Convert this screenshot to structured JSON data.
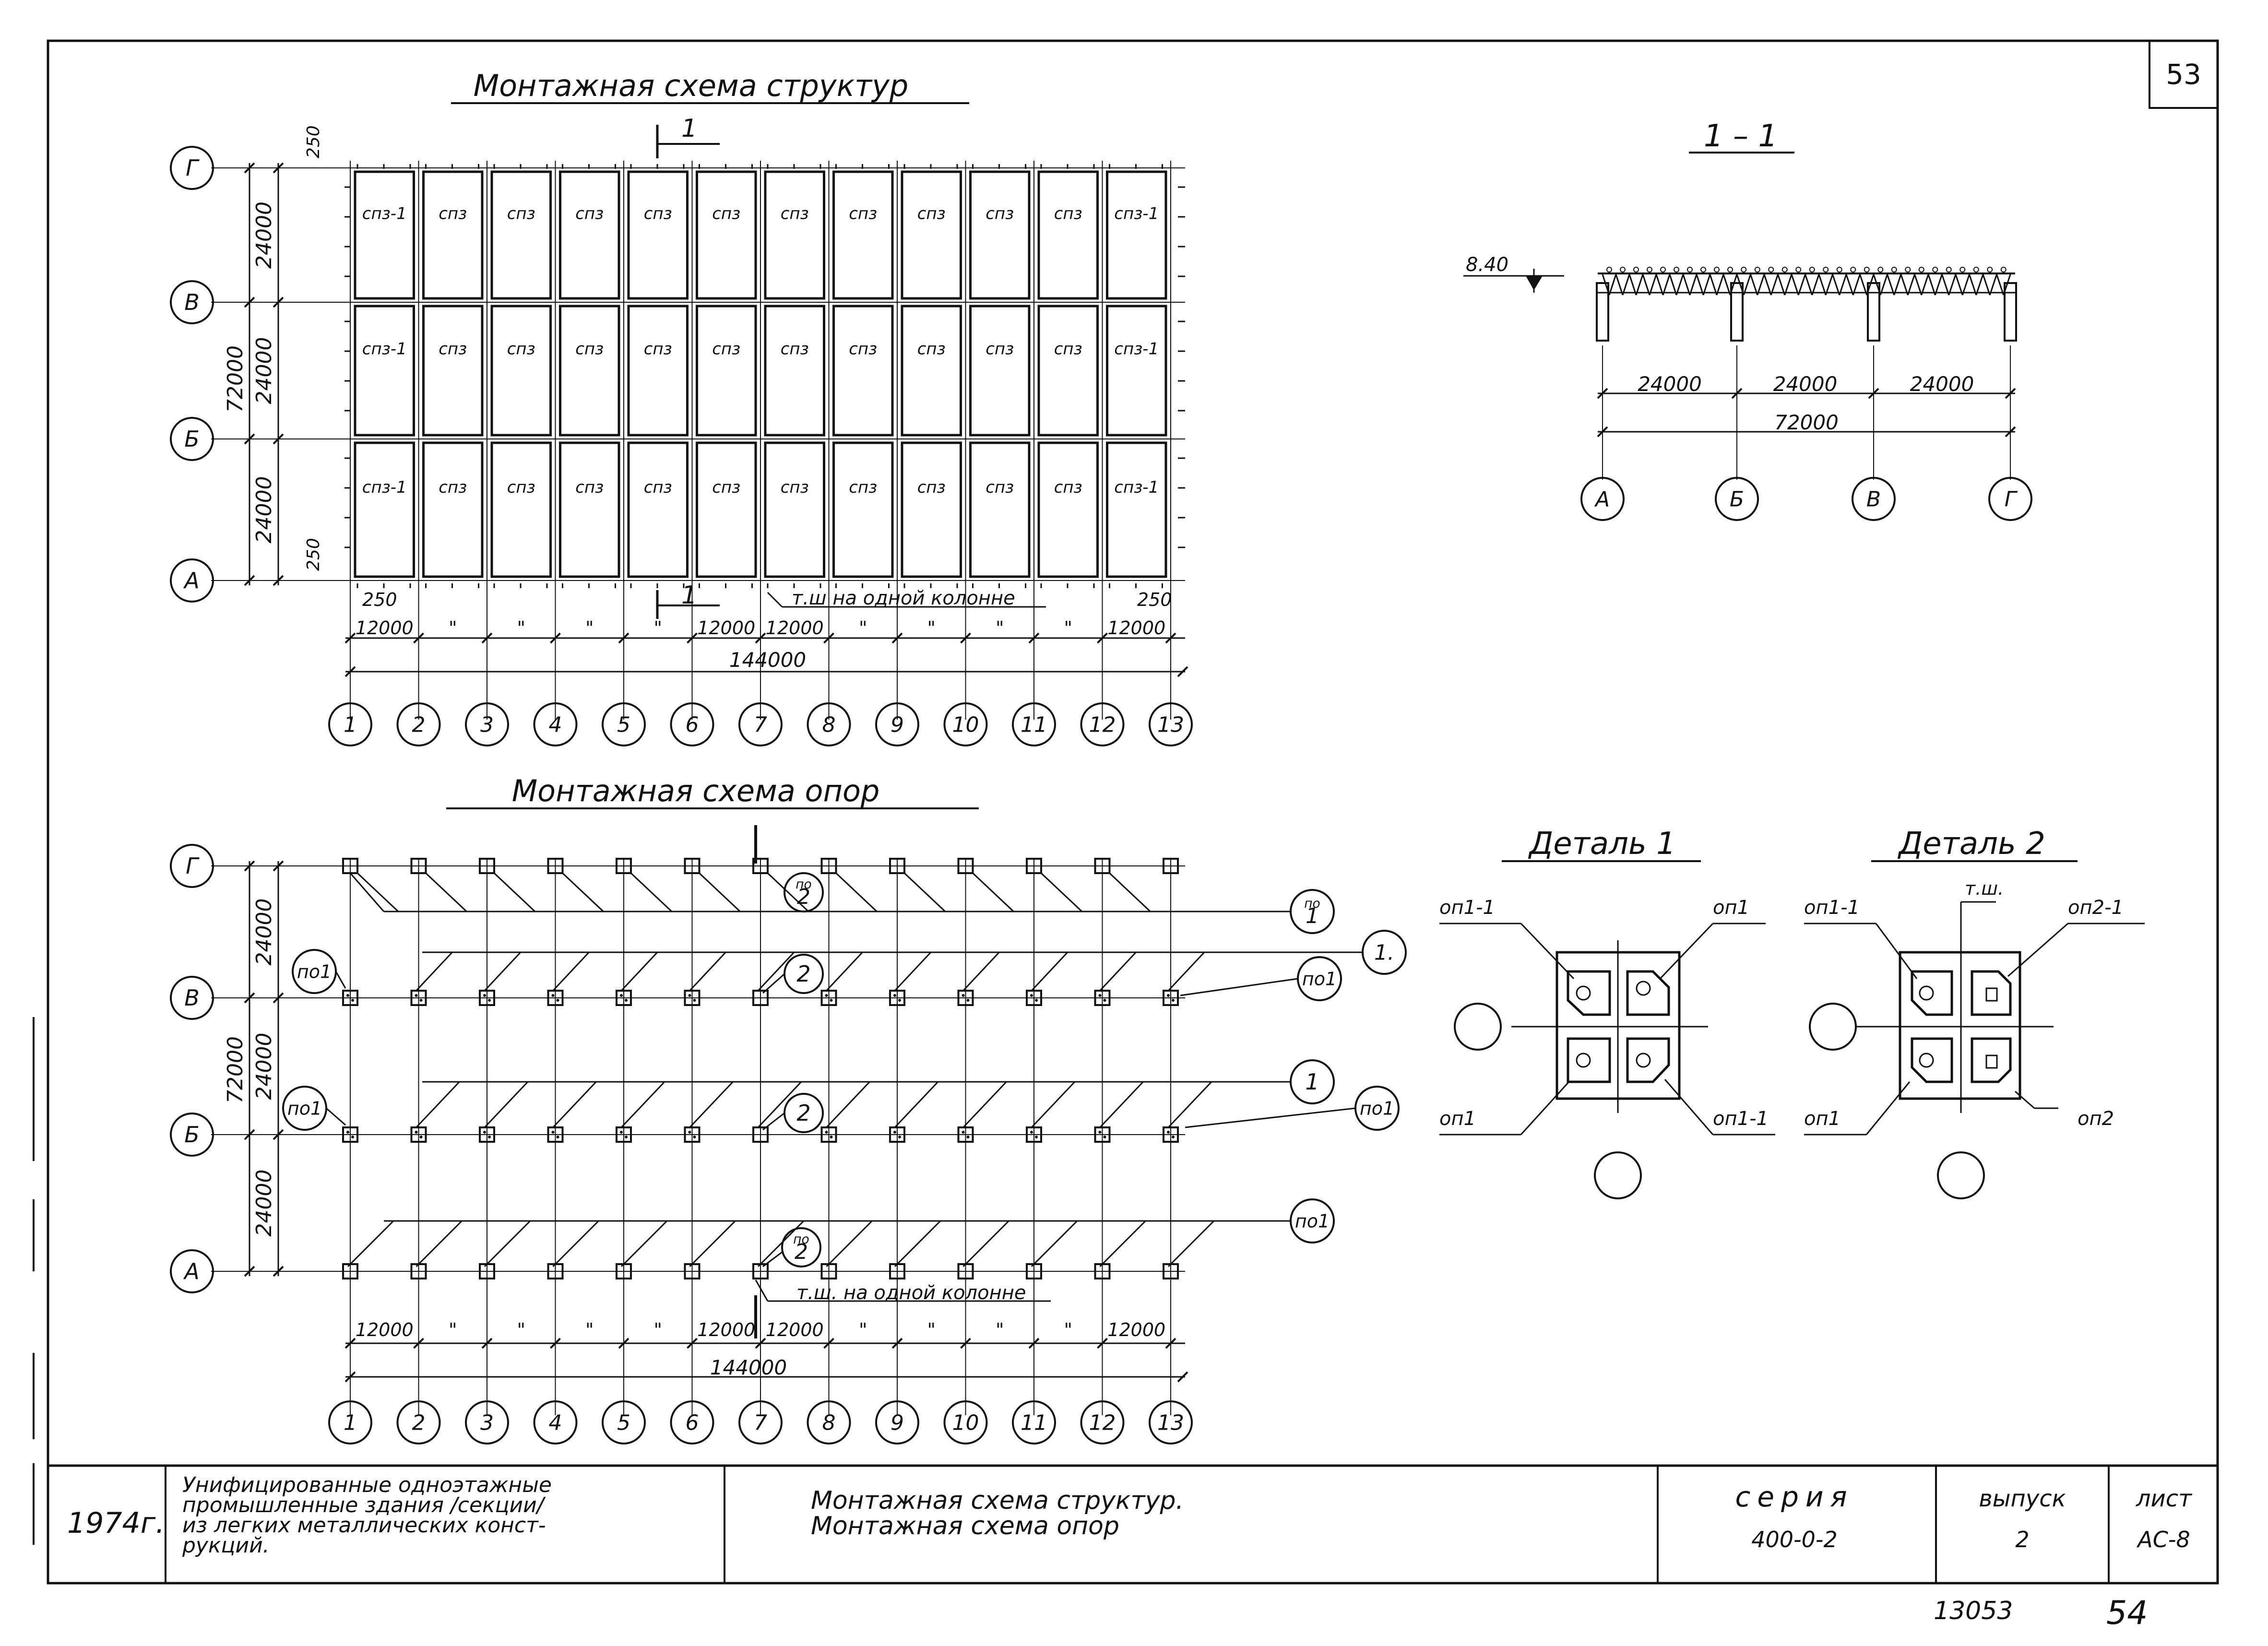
{
  "page_number_top": "53",
  "page_number_bottom": "54",
  "archive_number": "13053",
  "plan_structures": {
    "title": "Монтажная схема структур",
    "section_mark": "1",
    "row_axes": [
      "Г",
      "В",
      "Б",
      "А"
    ],
    "col_axes": [
      "1",
      "2",
      "3",
      "4",
      "5",
      "6",
      "7",
      "8",
      "9",
      "10",
      "11",
      "12",
      "13"
    ],
    "panel_rows": [
      [
        "спз-1",
        "спз",
        "спз",
        "спз",
        "спз",
        "спз",
        "спз",
        "спз",
        "спз",
        "спз",
        "спз",
        "спз-1"
      ],
      [
        "спз-1",
        "спз",
        "спз",
        "спз",
        "спз",
        "спз",
        "спз",
        "спз",
        "спз",
        "спз",
        "спз",
        "спз-1"
      ],
      [
        "спз-1",
        "спз",
        "спз",
        "спз",
        "спз",
        "спз",
        "спз",
        "спз",
        "спз",
        "спз",
        "спз",
        "спз-1"
      ]
    ],
    "dim_vertical": [
      "24000",
      "24000",
      "24000"
    ],
    "dim_vertical_total": "72000",
    "dim_offset": "250",
    "dim_bottom": [
      "12000",
      "\"",
      "\"",
      "\"",
      "\"",
      "12000",
      "12000",
      "\"",
      "\"",
      "\"",
      "\"",
      "12000"
    ],
    "dim_total": "144000",
    "note": "т.ш на одной колонне"
  },
  "section_1_1": {
    "title": "1 – 1",
    "level": "8.40",
    "spans": [
      "24000",
      "24000",
      "24000"
    ],
    "total": "72000",
    "axes": [
      "А",
      "Б",
      "В",
      "Г"
    ]
  },
  "plan_supports": {
    "title": "Монтажная схема опор",
    "row_axes": [
      "Г",
      "В",
      "Б",
      "А"
    ],
    "col_axes": [
      "1",
      "2",
      "3",
      "4",
      "5",
      "6",
      "7",
      "8",
      "9",
      "10",
      "11",
      "12",
      "13"
    ],
    "callouts": {
      "po1_right_top": "по\n1",
      "c1_dot": "1.",
      "po1_b_left": "по1",
      "po1_b_right": "по1",
      "c1": "1",
      "po1_bb_left": "по1",
      "po1_bb_right": "по1",
      "po1_a_right": "по1",
      "po2_top": "по\n2",
      "c2_b": "2",
      "c2_bb": "2",
      "po2_a": "по\n2"
    },
    "dim_vertical": [
      "24000",
      "24000",
      "24000"
    ],
    "dim_vertical_total": "72000",
    "dim_bottom": [
      "12000",
      "\"",
      "\"",
      "\"",
      "\"",
      "12000",
      "12000",
      "\"",
      "\"",
      "\"",
      "\"",
      "12000"
    ],
    "dim_total": "144000",
    "note": "т.ш. на одной колонне"
  },
  "detail_1": {
    "title": "Деталь 1",
    "labels": {
      "top_left": "оп1-1",
      "top_right": "оп1",
      "bottom_left": "оп1",
      "bottom_right": "оп1-1"
    }
  },
  "detail_2": {
    "title": "Деталь 2",
    "labels": {
      "top_center": "т.ш.",
      "top_left": "оп1-1",
      "top_right": "оп2-1",
      "bottom_left": "оп1",
      "bottom_right": "оп2"
    }
  },
  "title_block": {
    "year": "1974г.",
    "project": "Унифицированные одноэтажные промышленные здания (секции) из легких металлических конструкций.",
    "project_lines": [
      "Унифицированные одноэтажные",
      "промышленные здания /секции/",
      "из легких металлических конст-",
      "рукций."
    ],
    "sheet_title_lines": [
      "Монтажная схема структур.",
      "Монтажная схема опор"
    ],
    "series_label": "серия",
    "series_value": "400-0-2",
    "issue_label": "выпуск",
    "issue_value": "2",
    "sheet_label": "лист",
    "sheet_value": "АС-8"
  }
}
